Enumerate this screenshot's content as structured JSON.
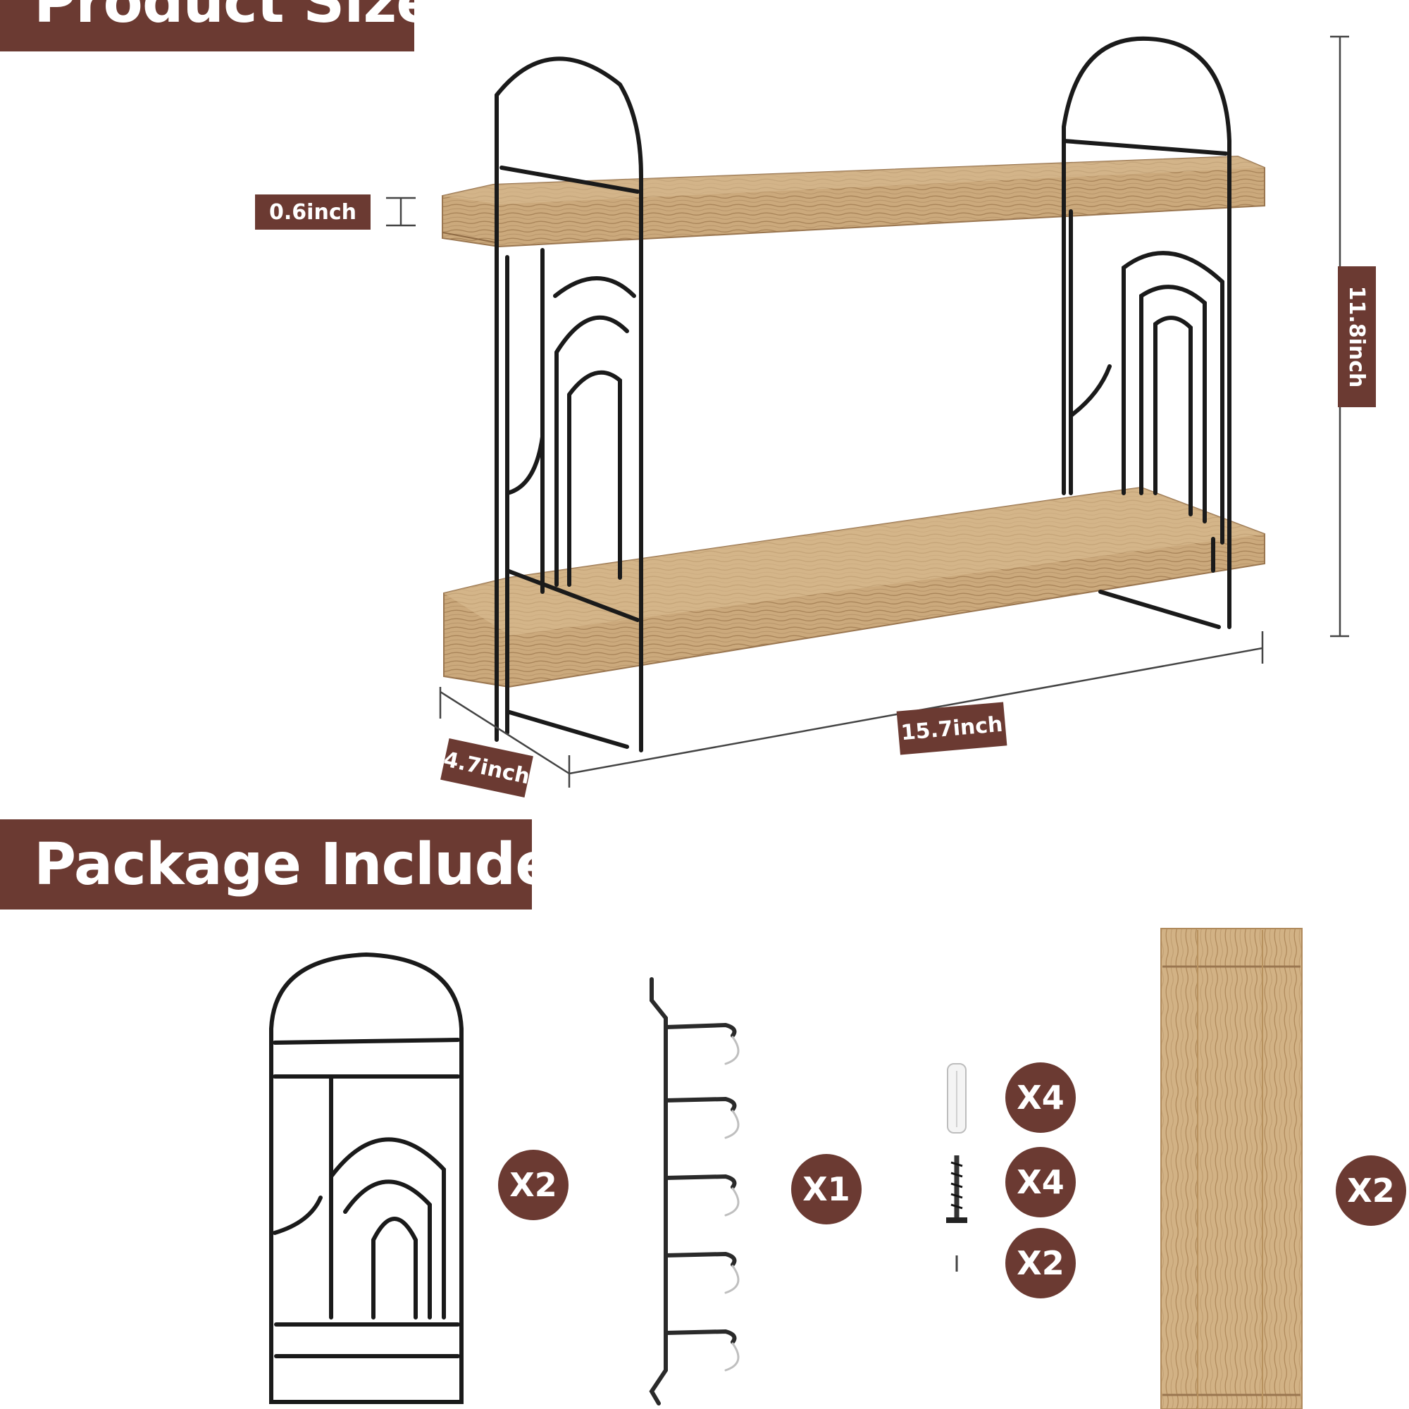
{
  "sections": {
    "product_size": "Product Size",
    "package_include": "Package Include"
  },
  "dimensions": {
    "thickness": "0.6inch",
    "height": "11.8inch",
    "width": "15.7inch",
    "depth": "4.7inch"
  },
  "package_items": [
    {
      "item_icon": "metal-bracket-icon",
      "quantity": "X2"
    },
    {
      "item_icon": "wall-hanging-rail-icon",
      "quantity": "X1"
    },
    {
      "item_icon": "wall-anchor-icon",
      "quantity": "X4"
    },
    {
      "item_icon": "screw-icon",
      "quantity": "X4"
    },
    {
      "item_icon": "small-screw-icon",
      "quantity": "X2"
    },
    {
      "item_icon": "wooden-board-icon",
      "quantity": "X2"
    }
  ],
  "colors": {
    "brand_brown": "#6b3a32",
    "wood": "#caa87a",
    "metal": "#1a1a1a"
  }
}
